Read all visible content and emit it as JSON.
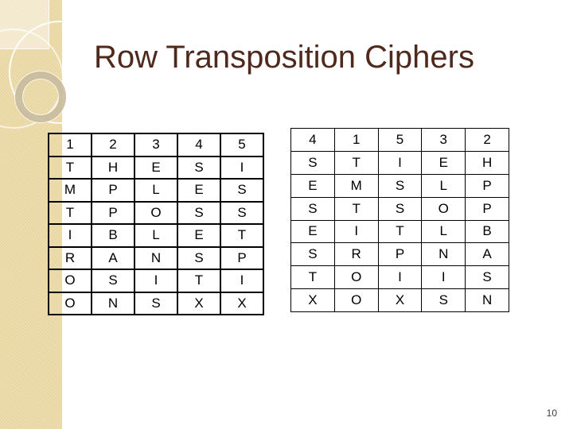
{
  "slide": {
    "title": "Row Transposition Ciphers",
    "page_number": "10"
  },
  "tables": {
    "plaintext": {
      "header": [
        "1",
        "2",
        "3",
        "4",
        "5"
      ],
      "rows": [
        [
          "T",
          "H",
          "E",
          "S",
          "I"
        ],
        [
          "M",
          "P",
          "L",
          "E",
          "S"
        ],
        [
          "T",
          "P",
          "O",
          "S",
          "S"
        ],
        [
          "I",
          "B",
          "L",
          "E",
          "T"
        ],
        [
          "R",
          "A",
          "N",
          "S",
          "P"
        ],
        [
          "O",
          "S",
          "I",
          "T",
          "I"
        ],
        [
          "O",
          "N",
          "S",
          "X",
          "X"
        ]
      ]
    },
    "transposed": {
      "header": [
        "4",
        "1",
        "5",
        "3",
        "2"
      ],
      "rows": [
        [
          "S",
          "T",
          "I",
          "E",
          "H"
        ],
        [
          "E",
          "M",
          "S",
          "L",
          "P"
        ],
        [
          "S",
          "T",
          "S",
          "O",
          "P"
        ],
        [
          "E",
          "I",
          "T",
          "L",
          "B"
        ],
        [
          "S",
          "R",
          "P",
          "N",
          "A"
        ],
        [
          "T",
          "O",
          "I",
          "I",
          "S"
        ],
        [
          "X",
          "O",
          "X",
          "S",
          "N"
        ]
      ]
    }
  },
  "colors": {
    "title_text": "#4f291c",
    "sidebar_band": "#ebd9a6",
    "table_border": "#000000",
    "cell_text": "#000000",
    "background": "#ffffff",
    "page_number_text": "#3d3d3d"
  }
}
